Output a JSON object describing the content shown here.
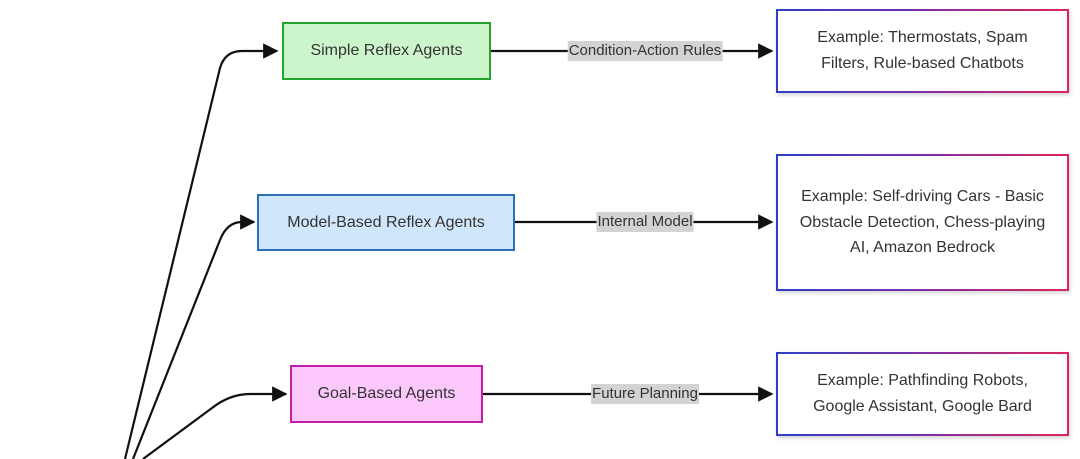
{
  "colors": {
    "simple_fill": "#ccf5cc",
    "simple_stroke": "#22a32e",
    "model_fill": "#cfe6fb",
    "model_stroke": "#2b6fb5",
    "goal_fill": "#fcc8fc",
    "goal_stroke": "#c21fa8",
    "edge": "#111111",
    "edge_label_bg": "#d3d3d3"
  },
  "rows": [
    {
      "agent": "Simple Reflex Agents",
      "edge_label": "Condition-Action Rules",
      "example": "Example: Thermostats, Spam Filters, Rule-based Chatbots"
    },
    {
      "agent": "Model-Based Reflex Agents",
      "edge_label": "Internal Model",
      "example": "Example: Self-driving Cars - Basic Obstacle Detection, Chess-playing AI, Amazon Bedrock"
    },
    {
      "agent": "Goal-Based Agents",
      "edge_label": "Future Planning",
      "example": "Example: Pathfinding Robots, Google Assistant, Google Bard"
    }
  ]
}
